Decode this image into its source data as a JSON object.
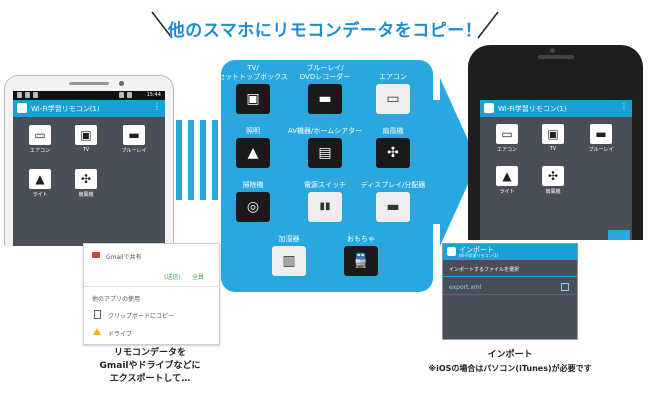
{
  "headline": "他のスマホにリモコンデータをコピー！",
  "left_phone": {
    "status_time": "15:44",
    "app_title": "Wi-Fi学習リモコン(1)",
    "menu_glyph": "⋮",
    "devices": [
      {
        "label": "エアコン",
        "icon": "aircon-icon",
        "glyph": "▭"
      },
      {
        "label": "TV",
        "icon": "tv-icon",
        "glyph": "▣"
      },
      {
        "label": "ブルーレイ",
        "icon": "bluray-icon",
        "glyph": "▬"
      },
      {
        "label": "ライト",
        "icon": "light-icon",
        "glyph": "▲"
      },
      {
        "label": "扇風機",
        "icon": "fan-icon",
        "glyph": "✣"
      }
    ]
  },
  "right_phone": {
    "app_title": "Wi-Fi学習リモコン(1)",
    "menu_glyph": "⋮",
    "devices": [
      {
        "label": "エアコン",
        "icon": "aircon-icon",
        "glyph": "▭"
      },
      {
        "label": "TV",
        "icon": "tv-icon",
        "glyph": "▣"
      },
      {
        "label": "ブルーレイ",
        "icon": "bluray-icon",
        "glyph": "▬"
      },
      {
        "label": "ライト",
        "icon": "light-icon",
        "glyph": "▲"
      },
      {
        "label": "扇風機",
        "icon": "fan-icon",
        "glyph": "✣"
      }
    ]
  },
  "panel_items": [
    {
      "label": "TV/\nセットトップボックス",
      "icon": "tv-icon",
      "glyph": "▣"
    },
    {
      "label": "ブルーレイ/\nDVDレコーダー",
      "icon": "recorder-icon",
      "glyph": "▬"
    },
    {
      "label": "エアコン",
      "icon": "aircon-icon",
      "glyph": "▭"
    },
    {
      "label": "照明",
      "icon": "lamp-icon",
      "glyph": "▲"
    },
    {
      "label": "AV機器/ホームシアター",
      "icon": "av-icon",
      "glyph": "▤"
    },
    {
      "label": "扇風機",
      "icon": "fan-icon",
      "glyph": "✣"
    },
    {
      "label": "掃除機",
      "icon": "vacuum-icon",
      "glyph": "◎"
    },
    {
      "label": "電源スイッチ",
      "icon": "switch-icon",
      "glyph": "▮▮"
    },
    {
      "label": "ディスプレイ/分配器",
      "icon": "display-icon",
      "glyph": "▬"
    },
    {
      "label": "加湿器",
      "icon": "humidifier-icon",
      "glyph": "▥"
    },
    {
      "label": "おもちゃ",
      "icon": "toy-train-icon",
      "glyph": "🚆"
    }
  ],
  "export_shot": {
    "gmail_label": "Gmailで共有",
    "col_a": "(送信)",
    "col_b": "全員",
    "other_apps": "他のアプリの使用",
    "clipboard": "クリップボードにコピー",
    "drive": "ドライブ"
  },
  "import_shot": {
    "title": "インポート",
    "subtitle": "Wi-Fi学習リモコン(1)",
    "select_text": "インポートするファイルを選択",
    "file": "export.xml"
  },
  "captions": {
    "left_1": "リモコンデータを",
    "left_2": "Gmailやドライブなどに",
    "left_3": "エクスポートして…",
    "right_1": "インポート",
    "right_2": "※iOSの場合はパソコン(iTunes)が必要です"
  },
  "colors": {
    "accent": "#2aa7de",
    "appbar": "#19a1d6",
    "headline": "#1b8ed0"
  }
}
